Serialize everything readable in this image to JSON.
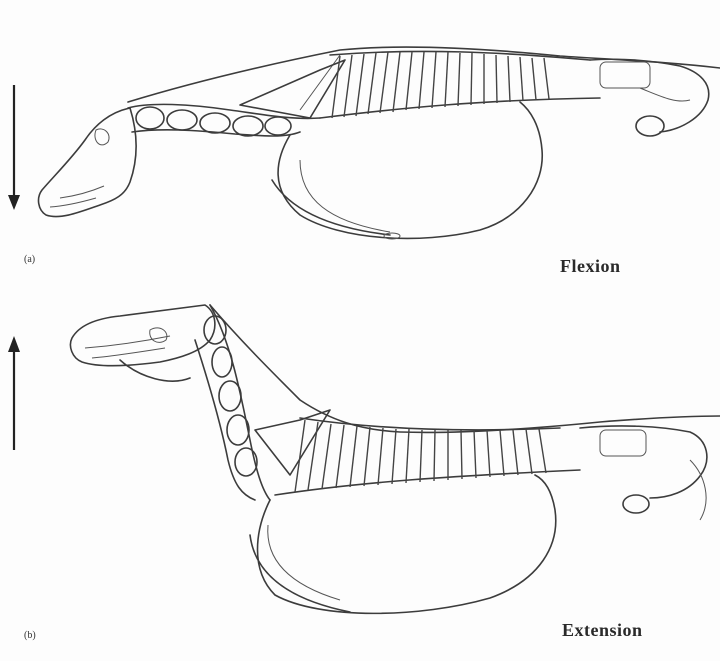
{
  "figure": {
    "panels": [
      {
        "label": "(a)",
        "caption": "Flexion",
        "arrow": "down"
      },
      {
        "label": "(b)",
        "caption": "Extension",
        "arrow": "up"
      }
    ],
    "colors": {
      "line": "#3c3c3c",
      "background": "#fdfdfd"
    }
  }
}
